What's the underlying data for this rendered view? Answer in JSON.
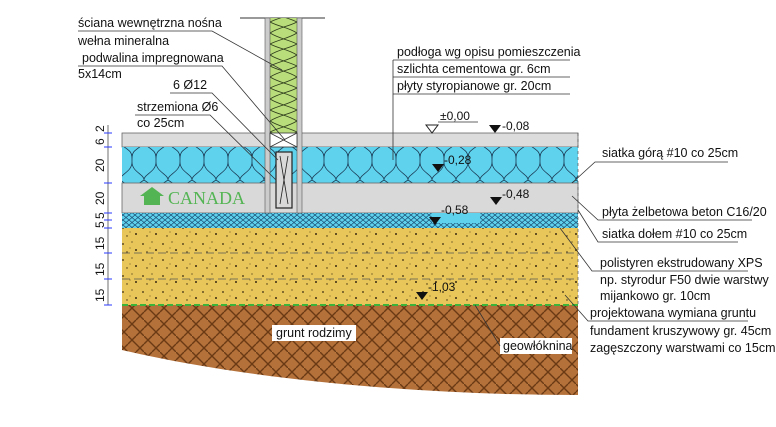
{
  "left_labels": {
    "wall": "ściana wewnętrzna nośna",
    "wool": "wełna mineralna",
    "sill": "podwalina impregnowana",
    "sill_size": "5x14cm",
    "rebar": "6 Ø12",
    "stirrups": "strzemiona Ø6",
    "stirrups_spacing": "co 25cm"
  },
  "top_labels": {
    "floor": "podłoga wg opisu pomieszczenia",
    "screed": "szlichta cementowa gr. 6cm",
    "eps": "płyty styropianowe gr. 20cm"
  },
  "right_labels": {
    "mesh_top": "siatka górą #10 co 25cm",
    "slab": "płyta żelbetowa beton C16/20",
    "mesh_bottom": "siatka dołem #10 co 25cm",
    "xps_1": "polistyren ekstrudowany XPS",
    "xps_2": "np. styrodur F50 dwie warstwy",
    "xps_3": "mijankowo gr. 10cm",
    "fill_1": "projektowana wymiana gruntu",
    "fill_2": "fundament kruszywowy gr. 45cm",
    "fill_3": "zagęszczony warstwami co 15cm"
  },
  "levels": [
    "±0,00",
    "-0,08",
    "-0,28",
    "-0,48",
    "-0,58",
    "-1,03"
  ],
  "dimensions": [
    "2",
    "6",
    "20",
    "20",
    "5",
    "5",
    "15",
    "15",
    "15"
  ],
  "soil_labels": {
    "native": "grunt rodzimy",
    "geotextile": "geowłóknina"
  },
  "logo": "CANADA",
  "colors": {
    "eps": "#5fd3ee",
    "wool": "#b9dd7a",
    "concrete": "#d9d9d9",
    "sand": "#e8c65a",
    "soil": "#b5713a",
    "geotextile": "#3cb43c"
  }
}
